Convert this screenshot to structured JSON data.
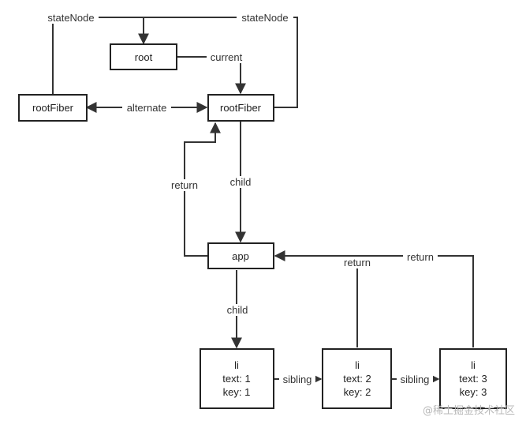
{
  "nodes": {
    "root": "root",
    "rootfiber_left": "rootFiber",
    "rootfiber_main": "rootFiber",
    "app": "app",
    "li1": [
      "li",
      "text: 1",
      "key: 1"
    ],
    "li2": [
      "li",
      "text: 2",
      "key: 2"
    ],
    "li3": [
      "li",
      "text: 3",
      "key: 3"
    ]
  },
  "edges": {
    "statenode_left": "stateNode",
    "statenode_right": "stateNode",
    "current": "current",
    "alternate": "alternate",
    "child_app": "child",
    "return_app": "return",
    "child_li": "child",
    "sibling_1": "sibling",
    "sibling_2": "sibling",
    "return_li2": "return",
    "return_li3": "return"
  },
  "watermark": "@稀土掘金技术社区",
  "colors": {
    "stroke": "#222222",
    "text": "#333333",
    "watermark": "#b8b8b8"
  }
}
